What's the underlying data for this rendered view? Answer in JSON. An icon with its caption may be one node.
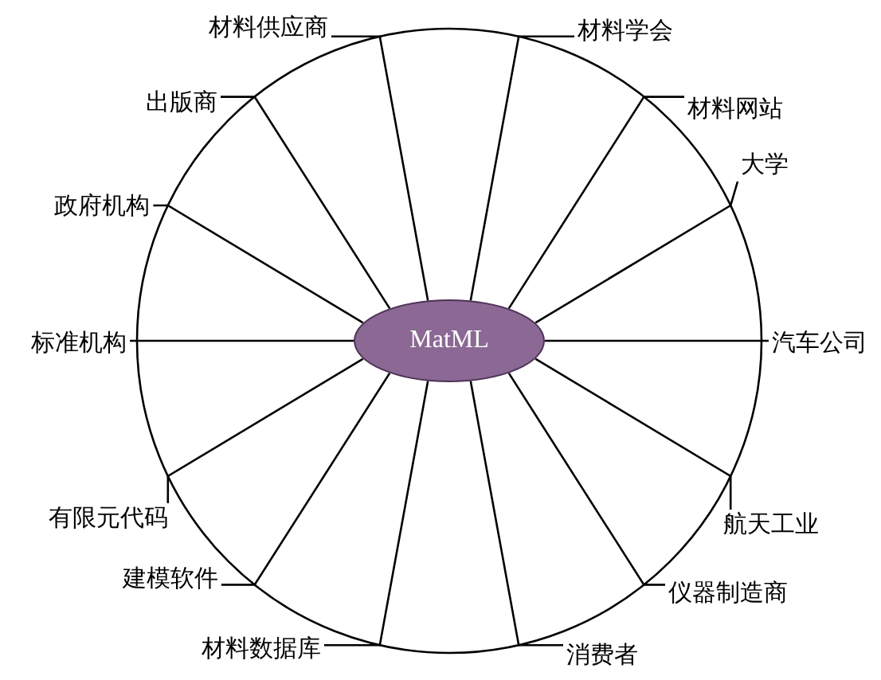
{
  "diagram": {
    "nodes": [
      {
        "text": [
          "MatML"
        ]
      },
      {
        "text": [
          "材料供应商"
        ]
      },
      {
        "text": [
          "材料学会"
        ]
      },
      {
        "text": [
          "材料网站"
        ]
      },
      {
        "text": [
          "大学"
        ]
      },
      {
        "text": [
          "汽车公司"
        ]
      },
      {
        "text": [
          "航天工业"
        ]
      },
      {
        "text": [
          "仪器制造商"
        ]
      },
      {
        "text": [
          "消费者"
        ]
      },
      {
        "text": [
          "材料数据库"
        ]
      },
      {
        "text": [
          "建模软件"
        ]
      },
      {
        "text": [
          "有限元代码"
        ]
      },
      {
        "text": [
          "标准机构"
        ]
      },
      {
        "text": [
          "政府机构"
        ]
      },
      {
        "text": [
          "出版商"
        ]
      }
    ],
    "edges": [
      {
        "from": 0,
        "to": 1,
        "arrow": "none"
      },
      {
        "from": 0,
        "to": 2,
        "arrow": "none"
      },
      {
        "from": 0,
        "to": 3,
        "arrow": "none"
      },
      {
        "from": 0,
        "to": 4,
        "arrow": "none"
      },
      {
        "from": 0,
        "to": 5,
        "arrow": "none"
      },
      {
        "from": 0,
        "to": 6,
        "arrow": "none"
      },
      {
        "from": 0,
        "to": 7,
        "arrow": "none"
      },
      {
        "from": 0,
        "to": 8,
        "arrow": "none"
      },
      {
        "from": 0,
        "to": 9,
        "arrow": "none"
      },
      {
        "from": 0,
        "to": 10,
        "arrow": "none"
      },
      {
        "from": 0,
        "to": 11,
        "arrow": "none"
      },
      {
        "from": 0,
        "to": 12,
        "arrow": "none"
      },
      {
        "from": 0,
        "to": 13,
        "arrow": "none"
      },
      {
        "from": 0,
        "to": 14,
        "arrow": "none"
      }
    ]
  }
}
